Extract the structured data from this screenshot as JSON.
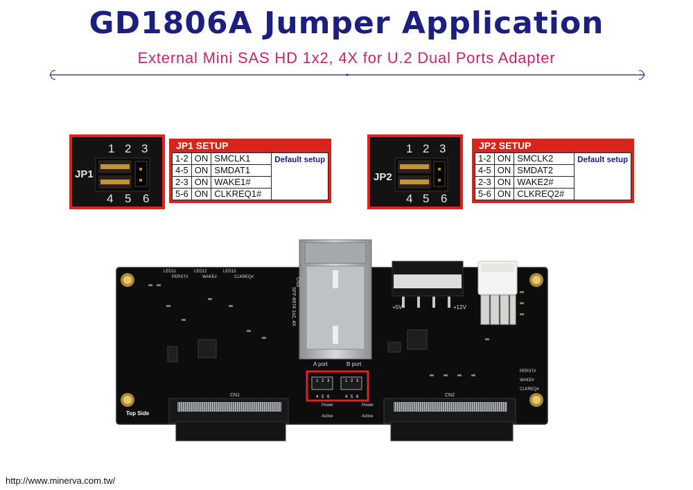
{
  "header": {
    "title": "GD1806A Jumper Application",
    "subtitle": "External Mini SAS HD 1x2, 4X for U.2 Dual Ports Adapter"
  },
  "jp1": {
    "photo_label": "JP1",
    "pins_top": [
      "1",
      "2",
      "3"
    ],
    "pins_bottom": [
      "4",
      "5",
      "6"
    ],
    "setup_title": "JP1 SETUP",
    "default_label": "Default setup",
    "rows": [
      {
        "pins": "1-2",
        "state": "ON",
        "signal": "SMCLK1"
      },
      {
        "pins": "4-5",
        "state": "ON",
        "signal": "SMDAT1"
      },
      {
        "pins": "2-3",
        "state": "ON",
        "signal": "WAKE1#"
      },
      {
        "pins": "5-6",
        "state": "ON",
        "signal": "CLKREQ1#"
      }
    ]
  },
  "jp2": {
    "photo_label": "JP2",
    "pins_top": [
      "1",
      "2",
      "3"
    ],
    "pins_bottom": [
      "4",
      "5",
      "6"
    ],
    "setup_title": "JP2 SETUP",
    "default_label": "Default setup",
    "rows": [
      {
        "pins": "1-2",
        "state": "ON",
        "signal": "SMCLK2"
      },
      {
        "pins": "4-5",
        "state": "ON",
        "signal": "SMDAT2"
      },
      {
        "pins": "2-3",
        "state": "ON",
        "signal": "WAKE2#"
      },
      {
        "pins": "5-6",
        "state": "ON",
        "signal": "CLKREQ2#"
      }
    ]
  },
  "board": {
    "top_side": "Top Side",
    "cn1": "CN1",
    "cn2": "CN2",
    "cn3": "CN3",
    "cn3_part": "SFF-8674 1x2, 4X",
    "a_port": "A port",
    "b_port": "B port",
    "plus5v": "+5V",
    "plus12v": "+12V",
    "power": "Power",
    "active": "Active",
    "led_labels": [
      "LED11",
      "LED12",
      "LED13"
    ],
    "signals_left": [
      "PERST#",
      "WAKE#",
      "CLKREQ#"
    ],
    "signals_right": [
      "PERST#",
      "WAKE#",
      "CLKREQ#"
    ],
    "jp_small_top": [
      "1",
      "2",
      "3"
    ],
    "jp_small_bottom": [
      "4",
      "5",
      "6"
    ]
  },
  "footer": {
    "url": "http://www.minerva.com.tw/"
  }
}
